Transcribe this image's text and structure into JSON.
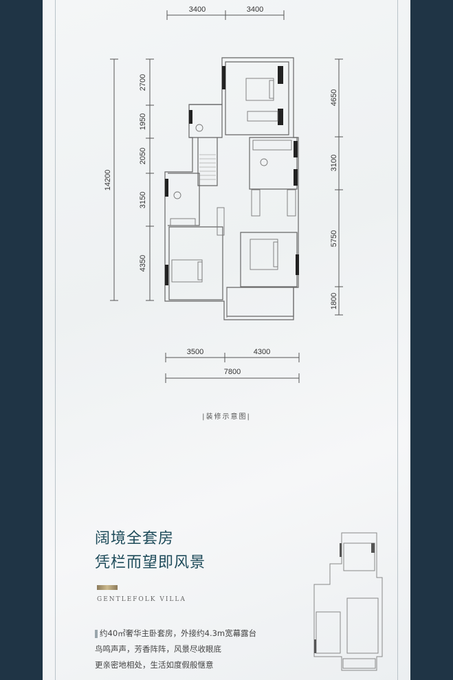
{
  "dimensions": {
    "top": [
      "3400",
      "3400"
    ],
    "left_total": "14200",
    "left": [
      "2700",
      "1950",
      "2050",
      "3150",
      "4350"
    ],
    "right": [
      "4650",
      "3100",
      "5750",
      "1800"
    ],
    "bottom": [
      "3500",
      "4300"
    ],
    "bottom_total": "7800"
  },
  "caption": "|装修示意图|",
  "headline": [
    "阔境全套房",
    "凭栏而望即风景"
  ],
  "english": "GENTLEFOLK VILLA",
  "body": [
    "约40㎡奢华主卧套房，外接约4.3m宽幕露台",
    "鸟鸣声声，芳香阵阵，风景尽收眼底",
    "更亲密地相处，生活如度假般惬意"
  ],
  "colors": {
    "frame": "#1f3445",
    "headline": "#1e4b5a"
  }
}
